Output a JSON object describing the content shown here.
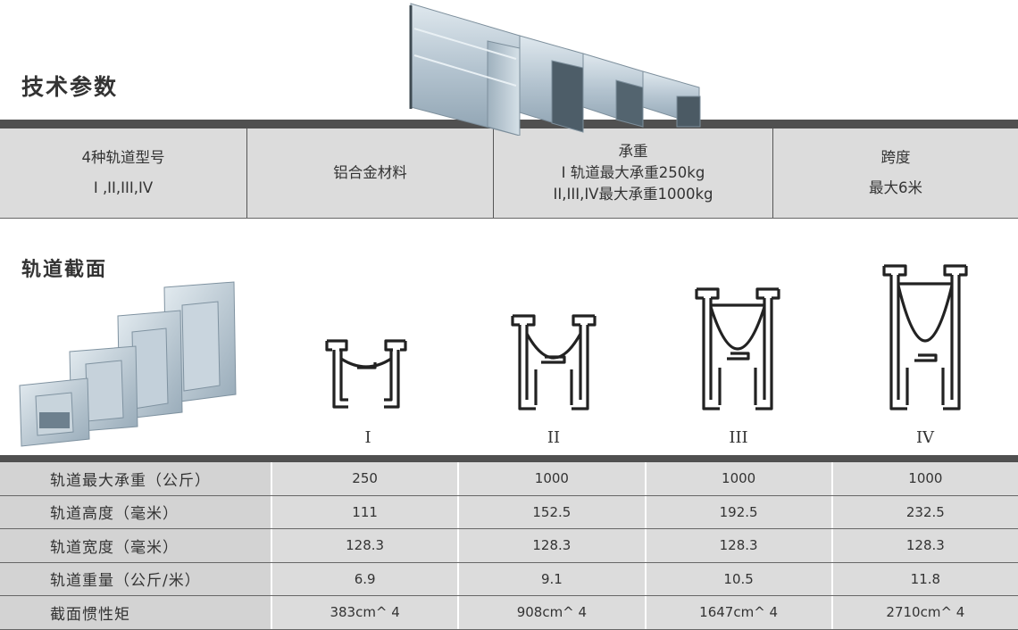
{
  "sections": {
    "tech_params_title": "技术参数",
    "cross_section_title": "轨道截面"
  },
  "spec_table": {
    "models": {
      "line1": "4种轨道型号",
      "line2": "I ,II,III,IV"
    },
    "material": {
      "line1": "铝合金材料"
    },
    "load": {
      "line1": "承重",
      "line2": "I 轨道最大承重250kg",
      "line3": "II,III,IV最大承重1000kg"
    },
    "span": {
      "line1": "跨度",
      "line2": "最大6米"
    }
  },
  "profiles": [
    {
      "numeral": "I"
    },
    {
      "numeral": "II"
    },
    {
      "numeral": "III"
    },
    {
      "numeral": "IV"
    }
  ],
  "data_table": {
    "rows": [
      {
        "label": "轨道最大承重（公斤）",
        "values": [
          "250",
          "1000",
          "1000",
          "1000"
        ]
      },
      {
        "label": "轨道高度（毫米）",
        "values": [
          "111",
          "152.5",
          "192.5",
          "232.5"
        ]
      },
      {
        "label": "轨道宽度（毫米）",
        "values": [
          "128.3",
          "128.3",
          "128.3",
          "128.3"
        ]
      },
      {
        "label": "轨道重量（公斤/米）",
        "values": [
          "6.9",
          "9.1",
          "10.5",
          "11.8"
        ]
      },
      {
        "label": "截面惯性矩",
        "values": [
          "383cm^ 4",
          "908cm^ 4",
          "1647cm^ 4",
          "2710cm^ 4"
        ]
      }
    ]
  },
  "colors": {
    "dark_bar": "#505050",
    "cell_bg": "#dcdcdc",
    "label_bg": "#d3d3d3",
    "aluminum": "#b9c8d4"
  }
}
